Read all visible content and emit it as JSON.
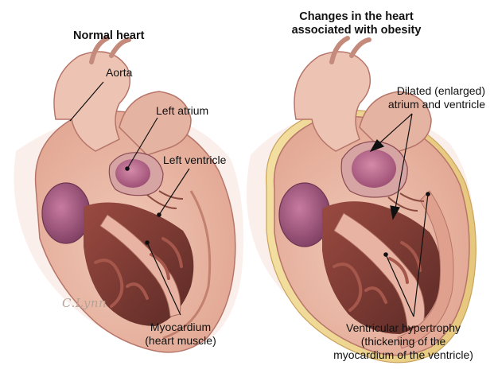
{
  "titles": {
    "left": "Normal heart",
    "right_line1": "Changes in the heart",
    "right_line2": "associated with obesity"
  },
  "labels": {
    "aorta": "Aorta",
    "left_atrium": "Left atrium",
    "left_ventricle": "Left ventricle",
    "myocardium_line1": "Myocardium",
    "myocardium_line2": "(heart muscle)",
    "dilated_line1": "Dilated (enlarged)",
    "dilated_line2": "atrium and ventricle",
    "hypertrophy_line1": "Ventricular hypertrophy",
    "hypertrophy_line2": "(thickening of the",
    "hypertrophy_line3": "myocardium of the ventricle)"
  },
  "signature": "C.Lynn",
  "colors": {
    "outer_tissue": "#e8b8a6",
    "muscle": "#c97c6c",
    "chamber_dark": "#7a3a35",
    "atrium_purple": "#a65a7a",
    "right_atrium_purple": "#8a4a6e",
    "leader_line": "#111111"
  }
}
